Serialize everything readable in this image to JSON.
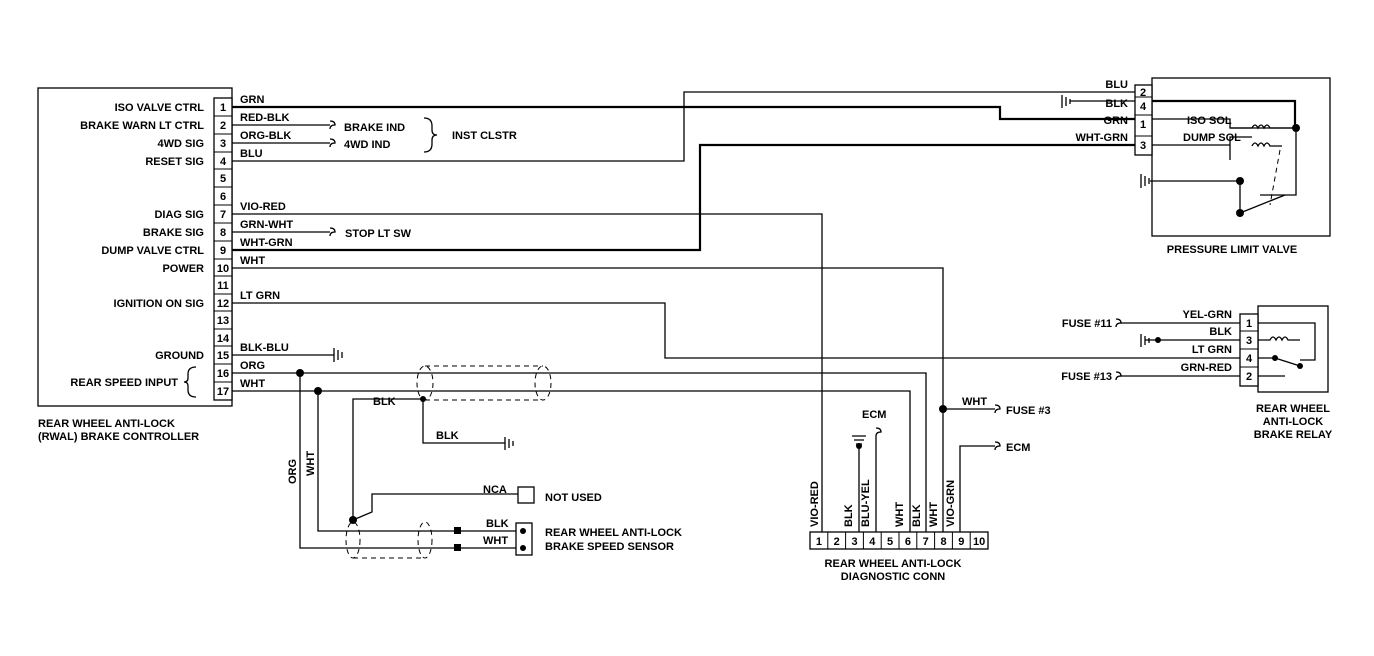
{
  "controller": {
    "name_line1": "REAR WHEEL ANTI-LOCK",
    "name_line2": "(RWAL) BRAKE CONTROLLER",
    "pins": [
      {
        "num": "1",
        "label": "ISO VALVE CTRL",
        "wire": "GRN"
      },
      {
        "num": "2",
        "label": "BRAKE WARN LT CTRL",
        "wire": "RED-BLK"
      },
      {
        "num": "3",
        "label": "4WD SIG",
        "wire": "ORG-BLK"
      },
      {
        "num": "4",
        "label": "RESET SIG",
        "wire": "BLU"
      },
      {
        "num": "5",
        "label": "",
        "wire": ""
      },
      {
        "num": "6",
        "label": "",
        "wire": ""
      },
      {
        "num": "7",
        "label": "DIAG SIG",
        "wire": "VIO-RED"
      },
      {
        "num": "8",
        "label": "BRAKE SIG",
        "wire": "GRN-WHT"
      },
      {
        "num": "9",
        "label": "DUMP VALVE CTRL",
        "wire": "WHT-GRN"
      },
      {
        "num": "10",
        "label": "POWER",
        "wire": "WHT"
      },
      {
        "num": "11",
        "label": "",
        "wire": ""
      },
      {
        "num": "12",
        "label": "IGNITION ON SIG",
        "wire": "LT GRN"
      },
      {
        "num": "13",
        "label": "",
        "wire": ""
      },
      {
        "num": "14",
        "label": "",
        "wire": ""
      },
      {
        "num": "15",
        "label": "GROUND",
        "wire": "BLK-BLU"
      },
      {
        "num": "16",
        "label": "",
        "wire": "ORG"
      },
      {
        "num": "17",
        "label": "",
        "wire": "WHT"
      }
    ],
    "rear_speed_input": "REAR SPEED INPUT"
  },
  "inst_cluster": {
    "brake_ind": "BRAKE IND",
    "fourwd_ind": "4WD IND",
    "name": "INST CLSTR"
  },
  "stop_lt_sw": "STOP LT SW",
  "pressure_limit_valve": {
    "name": "PRESSURE LIMIT VALVE",
    "pins": [
      "2",
      "4",
      "1",
      "3"
    ],
    "wires": [
      "BLU",
      "BLK",
      "GRN",
      "WHT-GRN"
    ],
    "iso_sol": "ISO SOL",
    "dump_sol": "DUMP SOL"
  },
  "relay": {
    "name_line1": "REAR WHEEL",
    "name_line2": "ANTI-LOCK",
    "name_line3": "BRAKE RELAY",
    "pins": [
      "1",
      "3",
      "4",
      "2"
    ],
    "wires": [
      "YEL-GRN",
      "BLK",
      "LT GRN",
      "GRN-RED"
    ],
    "fuse11": "FUSE #11",
    "fuse13": "FUSE #13"
  },
  "fuse3": {
    "wire": "WHT",
    "label": "FUSE #3"
  },
  "ecm_top": "ECM",
  "ecm_right": "ECM",
  "diag_conn": {
    "name_line1": "REAR WHEEL ANTI-LOCK",
    "name_line2": "DIAGNOSTIC CONN",
    "pins": [
      "1",
      "2",
      "3",
      "4",
      "5",
      "6",
      "7",
      "8",
      "9",
      "10"
    ],
    "wire_labels": [
      "VIO-RED",
      "BLK",
      "BLU-YEL",
      "WHT",
      "BLK",
      "WHT",
      "VIO-GRN"
    ]
  },
  "speed_sensor": {
    "name_line1": "REAR WHEEL ANTI-LOCK",
    "name_line2": "BRAKE SPEED SENSOR",
    "wire_blk": "BLK",
    "wire_wht": "WHT"
  },
  "shield": {
    "wire_blk": "BLK",
    "wire_blk2": "BLK",
    "vert_org": "ORG",
    "vert_wht": "WHT"
  },
  "not_used": {
    "nca": "NCA",
    "label": "NOT USED"
  }
}
